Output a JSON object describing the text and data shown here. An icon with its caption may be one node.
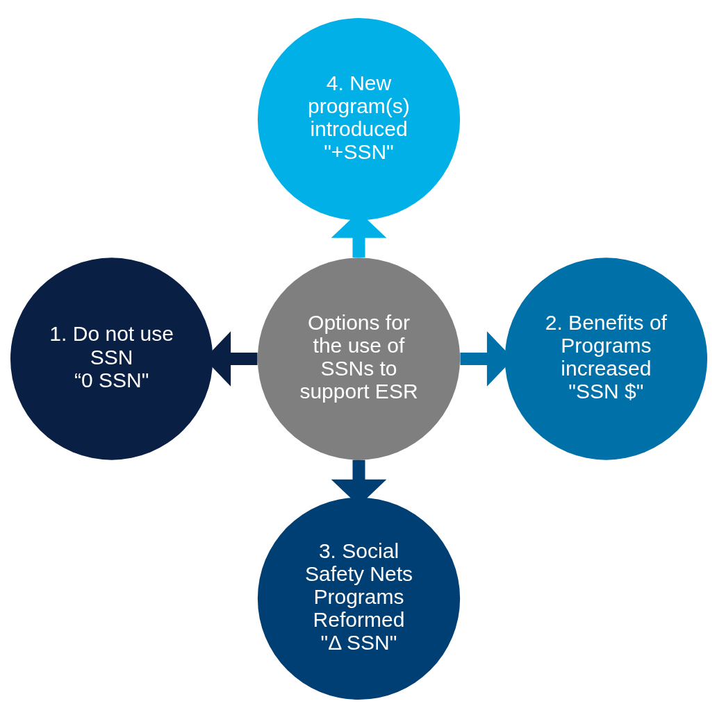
{
  "diagram": {
    "nodes": [
      {
        "text": [
          "4. New program(s) introduced",
          "\"+SSN\""
        ]
      },
      {
        "text": [
          "1. Do not use SSN",
          "“0 SSN\""
        ]
      },
      {
        "text": [
          "Options for the use of SSNs to support ESR"
        ]
      },
      {
        "text": [
          "2. Benefits of Programs increased",
          "\"SSN $\""
        ]
      },
      {
        "text": [
          "3. Social Safety Nets Programs Reformed",
          "\"Δ SSN\""
        ]
      }
    ],
    "edges": [
      {
        "from": 2,
        "to": 0,
        "arrow": "to",
        "color": "#00b0e6"
      },
      {
        "from": 2,
        "to": 1,
        "arrow": "to",
        "color": "#0a1f44"
      },
      {
        "from": 2,
        "to": 3,
        "arrow": "to",
        "color": "#0070a8"
      },
      {
        "from": 2,
        "to": 4,
        "arrow": "to",
        "color": "#003f73"
      }
    ]
  }
}
